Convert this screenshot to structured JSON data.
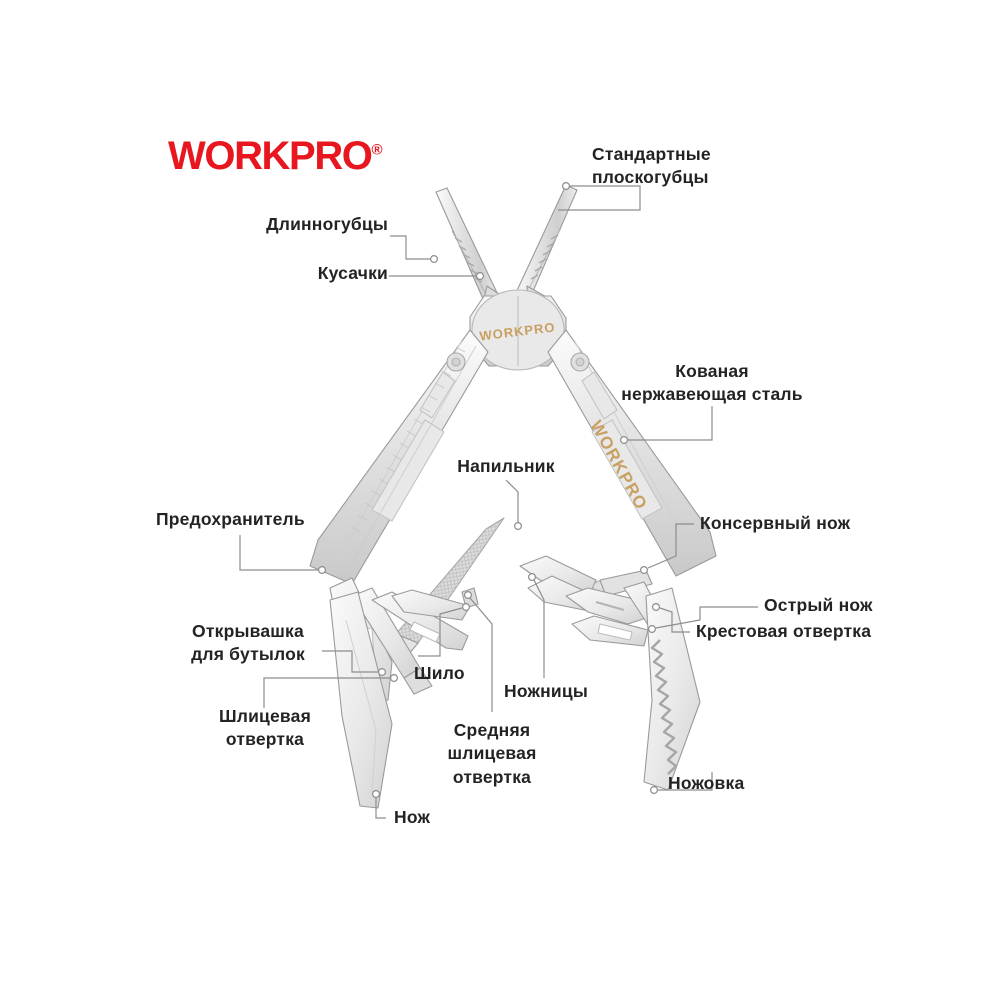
{
  "brand": {
    "name": "WORKPRO",
    "registered_mark": "®",
    "color": "#e8171f",
    "tool_head_mark": "WORKPRO",
    "tool_handle_mark": "WORKPRO",
    "mark_color": "#c8a062"
  },
  "page": {
    "background": "#ffffff",
    "leader_color": "#8d8d8d",
    "text_color": "#232323",
    "metal_light": "#f2f2f2",
    "metal_mid": "#d8d8d8",
    "metal_dark": "#b4b4b4"
  },
  "callouts": [
    {
      "id": "long-nose-pliers",
      "text": "Длинногубцы"
    },
    {
      "id": "standard-pliers",
      "text": "Стандартные\nплоскогубцы"
    },
    {
      "id": "wire-cutters",
      "text": "Кусачки"
    },
    {
      "id": "forged-stainless",
      "text": "Кованая\nнержавеющая сталь"
    },
    {
      "id": "file",
      "text": "Напильник"
    },
    {
      "id": "safety-lock",
      "text": "Предохранитель"
    },
    {
      "id": "can-opener",
      "text": "Консервный нож"
    },
    {
      "id": "sharp-knife",
      "text": "Острый нож"
    },
    {
      "id": "phillips-screwdriver",
      "text": "Крестовая отвертка"
    },
    {
      "id": "bottle-opener",
      "text": "Открывашка\nдля бутылок"
    },
    {
      "id": "awl",
      "text": "Шило"
    },
    {
      "id": "scissors",
      "text": "Ножницы"
    },
    {
      "id": "flat-screwdriver",
      "text": "Шлицевая\nотвертка"
    },
    {
      "id": "medium-flat-screwdriver",
      "text": "Средняя\nшлицевая\nотвертка"
    },
    {
      "id": "knife",
      "text": "Нож"
    },
    {
      "id": "saw",
      "text": "Ножовка"
    }
  ]
}
